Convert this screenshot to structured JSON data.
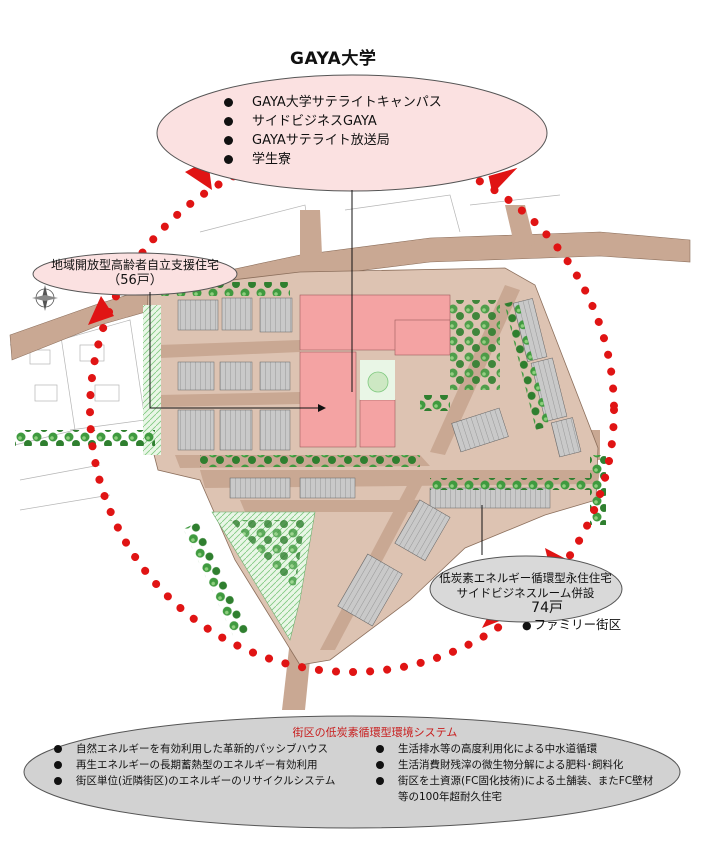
{
  "university": {
    "title": "GAYA大学",
    "items": [
      "GAYA大学サテライトキャンパス",
      "サイドビジネスGAYA",
      "GAYAサテライト放送局",
      "学生寮"
    ]
  },
  "elderly_housing": {
    "label": "地域開放型高齢者自立支援住宅",
    "count": "（56戸）"
  },
  "low_carbon_housing": {
    "line1": "低炭素エネルギー循環型永住住宅",
    "line2": "サイドビジネスルーム併設",
    "count": "74戸"
  },
  "family_block": {
    "label": "ファミリー街区"
  },
  "environment_system": {
    "title": "街区の低炭素循環型環境システム",
    "left_items": [
      "自然エネルギーを有効利用した革新的パッシブハウス",
      "再生エネルギーの長期蓄熱型のエネルギー有効利用",
      "街区単位(近隣街区)のエネルギーのリサイクルシステム"
    ],
    "right_items": [
      "生活排水等の高度利用化による中水道循環",
      "生活消費財残滓の微生物分解による肥料･飼料化",
      "街区を土資源(FC固化技術)による土舗装、またFC壁材等の100年超耐久住宅"
    ]
  },
  "colors": {
    "university_fill": "#fbe1e1",
    "elderly_fill": "#fbe1e1",
    "lowcarbon_fill": "#d9d9d9",
    "system_fill": "#d2d2d2",
    "cycle_dots": "#e01414",
    "road": "#c9a893",
    "building_pink": "#f4a3a3",
    "green": "#3f9a3f"
  }
}
